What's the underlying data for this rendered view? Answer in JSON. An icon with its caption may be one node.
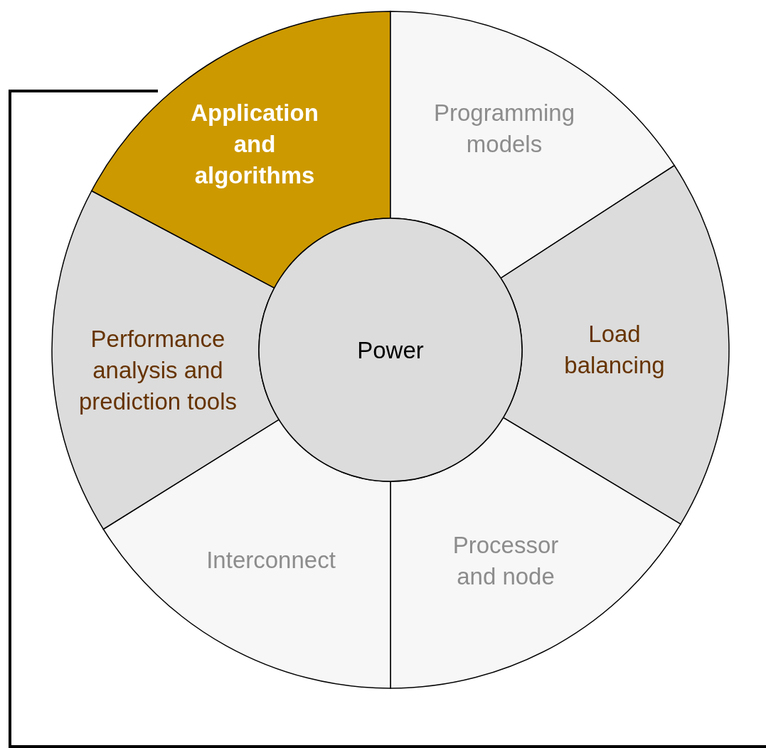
{
  "diagram": {
    "nodes": [
      {
        "text": [
          "Application and algorithms"
        ]
      },
      {
        "text": [
          "Programming models"
        ]
      },
      {
        "text": [
          "Load balancing"
        ]
      },
      {
        "text": [
          "Processor and node"
        ]
      },
      {
        "text": [
          "Interconnect"
        ]
      },
      {
        "text": [
          "Performance analysis and prediction tools"
        ]
      },
      {
        "text": [
          "Power"
        ]
      }
    ]
  }
}
